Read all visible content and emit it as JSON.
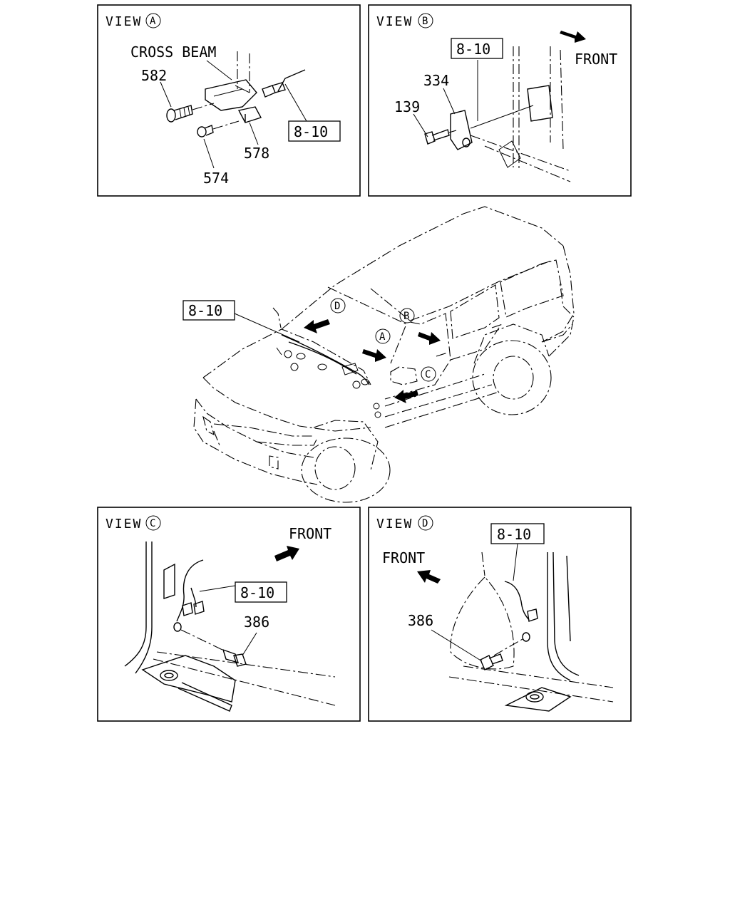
{
  "views": {
    "a": {
      "title": "VIEW",
      "letter": "A",
      "cross_beam": "CROSS BEAM",
      "part_582": "582",
      "ref_box": "8-10",
      "part_578": "578",
      "part_574": "574"
    },
    "b": {
      "title": "VIEW",
      "letter": "B",
      "ref_box": "8-10",
      "front": "FRONT",
      "part_334": "334",
      "part_139": "139"
    },
    "c": {
      "title": "VIEW",
      "letter": "C",
      "front": "FRONT",
      "ref_box": "8-10",
      "part_386": "386"
    },
    "d": {
      "title": "VIEW",
      "letter": "D",
      "ref_box": "8-10",
      "front": "FRONT",
      "part_386": "386"
    }
  },
  "vehicle": {
    "ref_box": "8-10",
    "markers": [
      "D",
      "B",
      "A",
      "C"
    ]
  },
  "colors": {
    "ink": "#000000",
    "paper": "#ffffff"
  }
}
